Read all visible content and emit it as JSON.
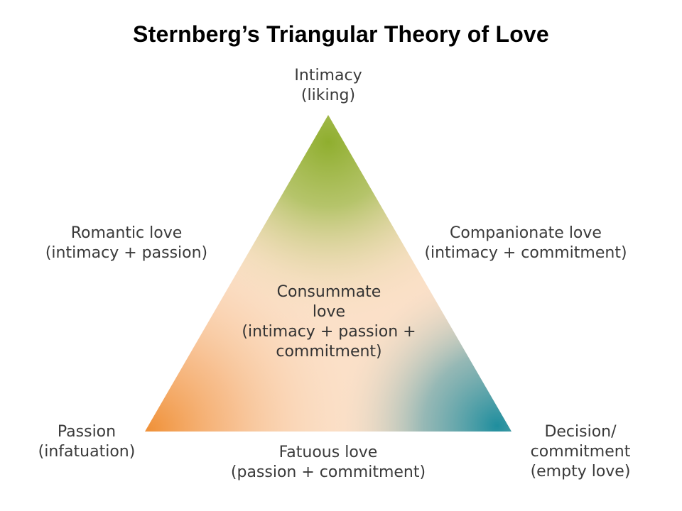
{
  "title": "Sternberg’s Triangular Theory of Love",
  "vertices": {
    "top": {
      "line1": "Intimacy",
      "line2": "(liking)"
    },
    "bottom_left": {
      "line1": "Passion",
      "line2": "(infatuation)"
    },
    "bottom_right": {
      "line1": "Decision/",
      "line2": "commitment",
      "line3": "(empty love)"
    }
  },
  "sides": {
    "left": {
      "line1": "Romantic love",
      "line2": "(intimacy + passion)"
    },
    "right": {
      "line1": "Companionate love",
      "line2": "(intimacy + commitment)"
    },
    "bottom": {
      "line1": "Fatuous love",
      "line2": "(passion + commitment)"
    }
  },
  "center": {
    "line1": "Consummate",
    "line2": "love",
    "line3": "(intimacy + passion +",
    "line4": "commitment)"
  },
  "colors": {
    "intimacy": "#8fae2e",
    "passion": "#f0923a",
    "commitment": "#1f8e9e",
    "center": "#fbe0c8"
  }
}
